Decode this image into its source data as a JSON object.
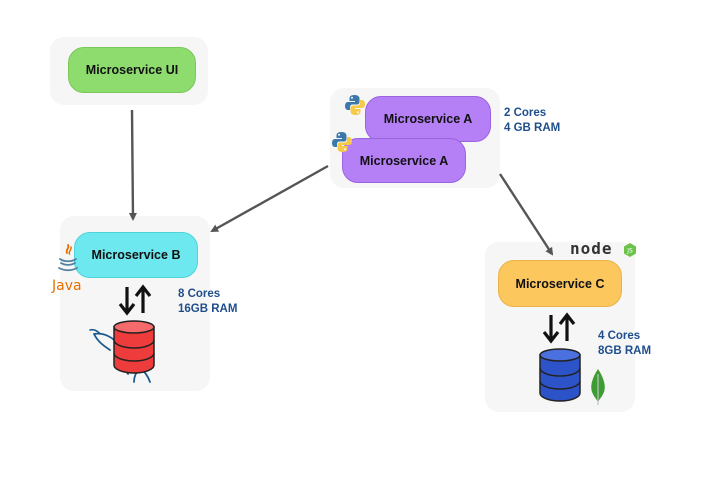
{
  "nodes": {
    "ui": {
      "label": "Microservice UI",
      "color": "#8fdc6e"
    },
    "a_back": {
      "label": "Microservice A",
      "color": "#b57ff6"
    },
    "a_front": {
      "label": "Microservice A",
      "color": "#b57ff6"
    },
    "b": {
      "label": "Microservice B",
      "color": "#6de8ee"
    },
    "c": {
      "label": "Microservice C",
      "color": "#fcc85e"
    }
  },
  "specs": {
    "a": {
      "cores": "2 Cores",
      "ram": "4 GB RAM"
    },
    "b": {
      "cores": "8 Cores",
      "ram": "16GB RAM"
    },
    "c": {
      "cores": "4 Cores",
      "ram": "8GB RAM"
    }
  },
  "logos": {
    "java": "Java",
    "node": "node",
    "node_badge": "JS"
  },
  "icons": [
    "python-icon",
    "java-icon",
    "nodejs-icon",
    "mysql-icon",
    "mongodb-icon",
    "database-icon",
    "sync-arrows-icon"
  ],
  "colors": {
    "spec_text": "#1f4e8c",
    "arrow": "#555555",
    "db_red": "#ee3b3b",
    "db_blue": "#2d53c8",
    "mongo_green": "#3f9c35"
  }
}
